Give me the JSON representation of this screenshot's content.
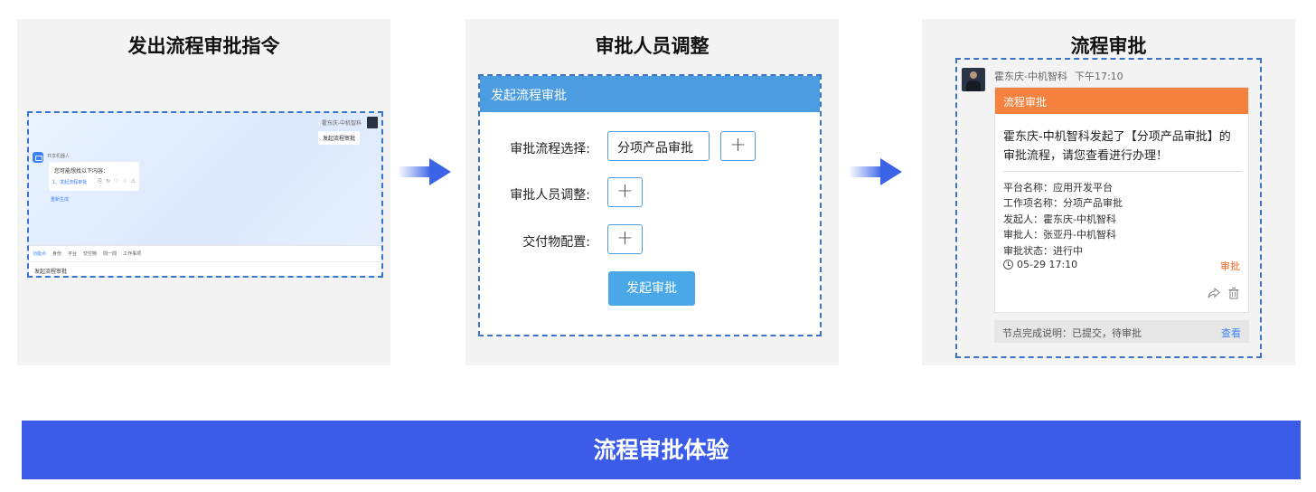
{
  "panels": {
    "p1_title": "发出流程审批指令",
    "p2_title": "审批人员调整",
    "p3_title": "流程审批"
  },
  "mini_app": {
    "user_name": "霍东庆-中机智科",
    "sent_message": "发起流程审批",
    "bot_name": "共享机器人",
    "question": "您可能想找以下内容：",
    "link_text": "1、发起流程审批",
    "regenerate": "重新生成",
    "toolbar": [
      "功能点",
      "身份",
      "平台",
      "交付物",
      "問一問",
      "工作事项"
    ],
    "input_text": "发起流程审批"
  },
  "form": {
    "header": "发起流程审批",
    "flow_label": "审批流程选择:",
    "flow_value": "分项产品审批",
    "people_label": "审批人员调整:",
    "deliverable_label": "交付物配置:",
    "plus_symbol": "+",
    "submit": "发起审批"
  },
  "message": {
    "sender": "霍东庆-中机智科",
    "time": "下午17:10",
    "card_header": "流程审批",
    "description": "霍东庆-中机智科发起了【分项产品审批】的审批流程，请您查看进行办理！",
    "platform": "平台名称：应用开发平台",
    "work_item": "工作项名称：分项产品审批",
    "initiator": "发起人：霍东庆-中机智科",
    "approver": "审批人：张亚丹-中机智科",
    "status": "审批状态：进行中",
    "datetime": "05-29 17:10",
    "approve_link": "审批",
    "footer_text": "节点完成说明：已提交，待审批",
    "footer_link": "查看"
  },
  "banner": "流程审批体验",
  "colors": {
    "accent_blue": "#3a74c9",
    "form_header": "#4c9ce2",
    "card_header": "#f4823e",
    "banner": "#3a5ce8"
  },
  "icons": [
    "arrow-right-icon",
    "plus-icon",
    "clock-icon",
    "share-icon",
    "trash-icon",
    "bot-icon",
    "avatar"
  ]
}
